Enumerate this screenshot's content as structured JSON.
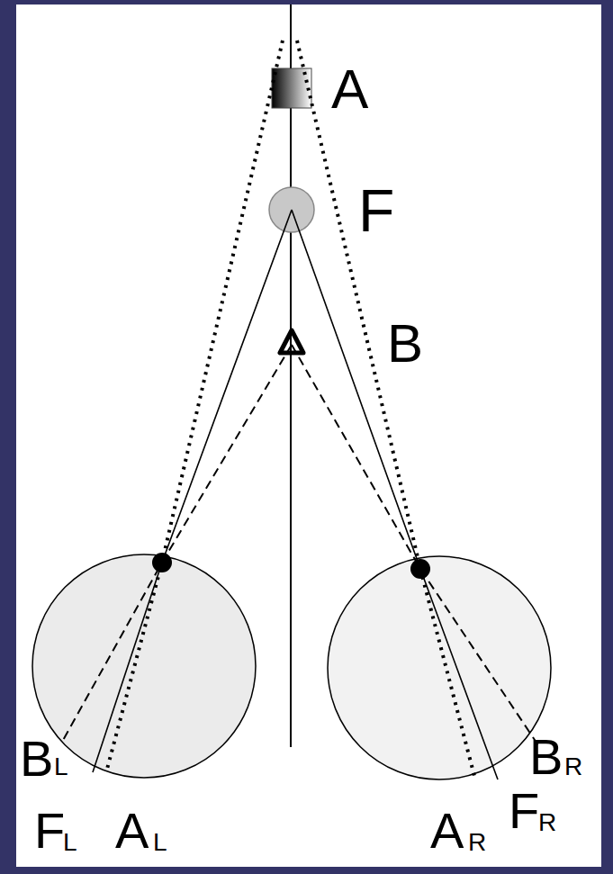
{
  "diagram": {
    "labels": [
      "A",
      "F",
      "B",
      "B",
      "L",
      "F",
      "L",
      "A",
      "L",
      "A",
      "R",
      "F",
      "R",
      "B",
      "R"
    ]
  }
}
